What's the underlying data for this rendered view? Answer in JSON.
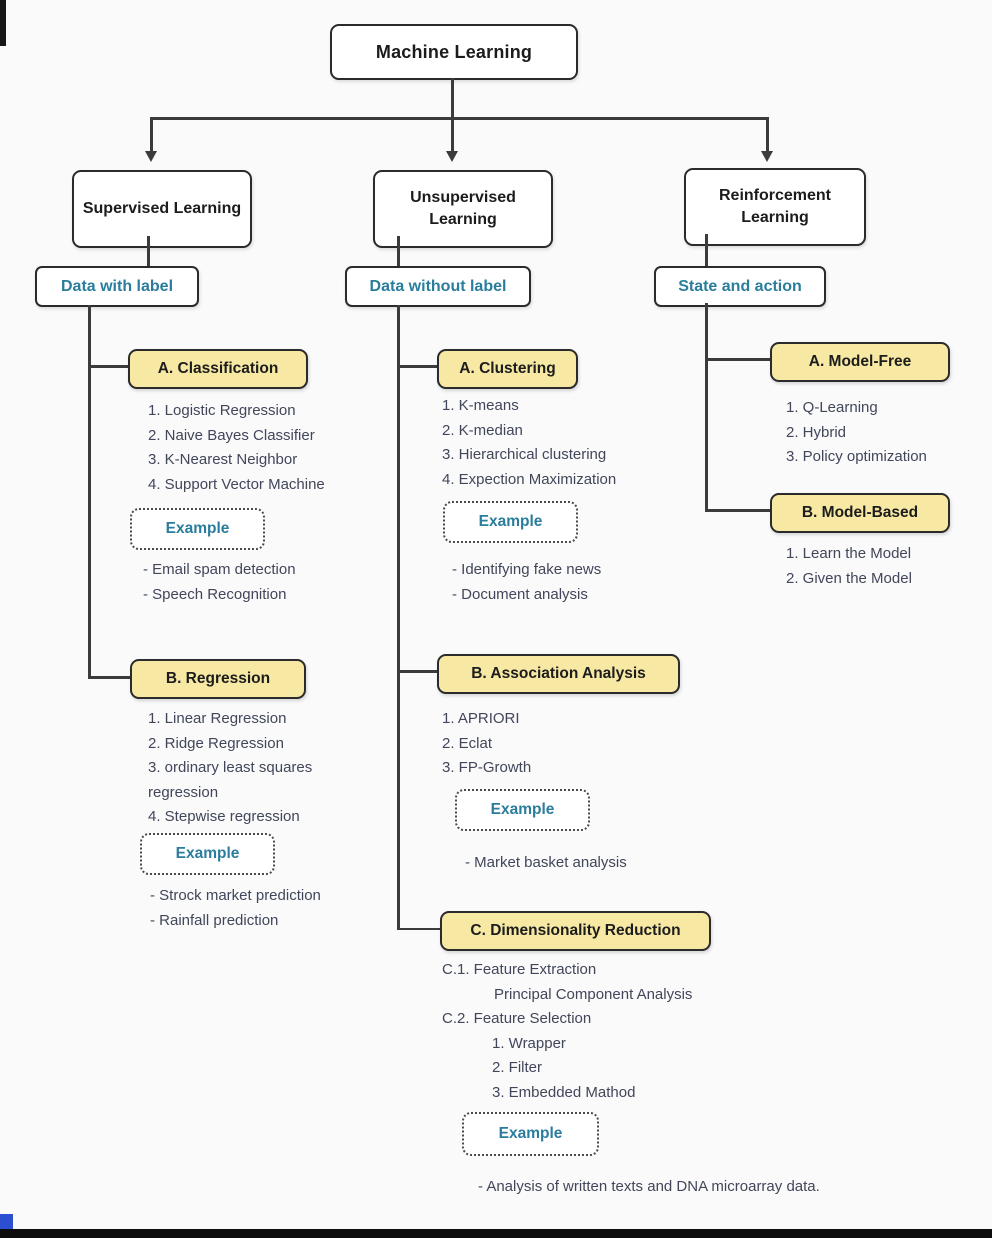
{
  "colors": {
    "accent_teal": "#2a7d9c",
    "category_fill": "#f7e8a3",
    "box_border": "#2b2b2b",
    "connector": "#3b3b3b",
    "list_text": "#41465a",
    "background": "#fafafa"
  },
  "root_label": "Machine Learning",
  "branches": [
    {
      "label": "Supervised Learning",
      "sublabel": "Data with label",
      "categories": [
        {
          "label": "A. Classification",
          "items": [
            "1. Logistic Regression",
            "2. Naive Bayes Classifier",
            "3. K-Nearest Neighbor",
            "4. Support Vector Machine"
          ],
          "example_label": "Example",
          "examples": [
            "- Email spam detection",
            "- Speech Recognition"
          ]
        },
        {
          "label": "B. Regression",
          "items": [
            "1. Linear Regression",
            "2. Ridge Regression",
            "3. ordinary least squares regression",
            "4. Stepwise regression"
          ],
          "example_label": "Example",
          "examples": [
            "- Strock market prediction",
            "- Rainfall prediction"
          ]
        }
      ]
    },
    {
      "label": "Unsupervised Learning",
      "sublabel": "Data without label",
      "categories": [
        {
          "label": "A. Clustering",
          "items": [
            "1. K-means",
            "2. K-median",
            "3. Hierarchical clustering",
            "4. Expection Maximization"
          ],
          "example_label": "Example",
          "examples": [
            "- Identifying fake news",
            "- Document analysis"
          ]
        },
        {
          "label": "B. Association Analysis",
          "items": [
            "1. APRIORI",
            "2. Eclat",
            "3. FP-Growth"
          ],
          "example_label": "Example",
          "examples": [
            "- Market basket analysis"
          ]
        },
        {
          "label": "C. Dimensionality Reduction",
          "items": [
            "C.1. Feature Extraction",
            "Principal Component Analysis",
            "C.2. Feature Selection",
            "1. Wrapper",
            "2. Filter",
            "3. Embedded Mathod"
          ],
          "example_label": "Example",
          "examples": [
            "- Analysis of written texts and DNA microarray data."
          ]
        }
      ]
    },
    {
      "label": "Reinforcement Learning",
      "sublabel": "State and action",
      "categories": [
        {
          "label": "A. Model-Free",
          "items": [
            "1. Q-Learning",
            "2. Hybrid",
            "3. Policy optimization"
          ]
        },
        {
          "label": "B. Model-Based",
          "items": [
            "1. Learn the Model",
            "2. Given the Model"
          ]
        }
      ]
    }
  ]
}
